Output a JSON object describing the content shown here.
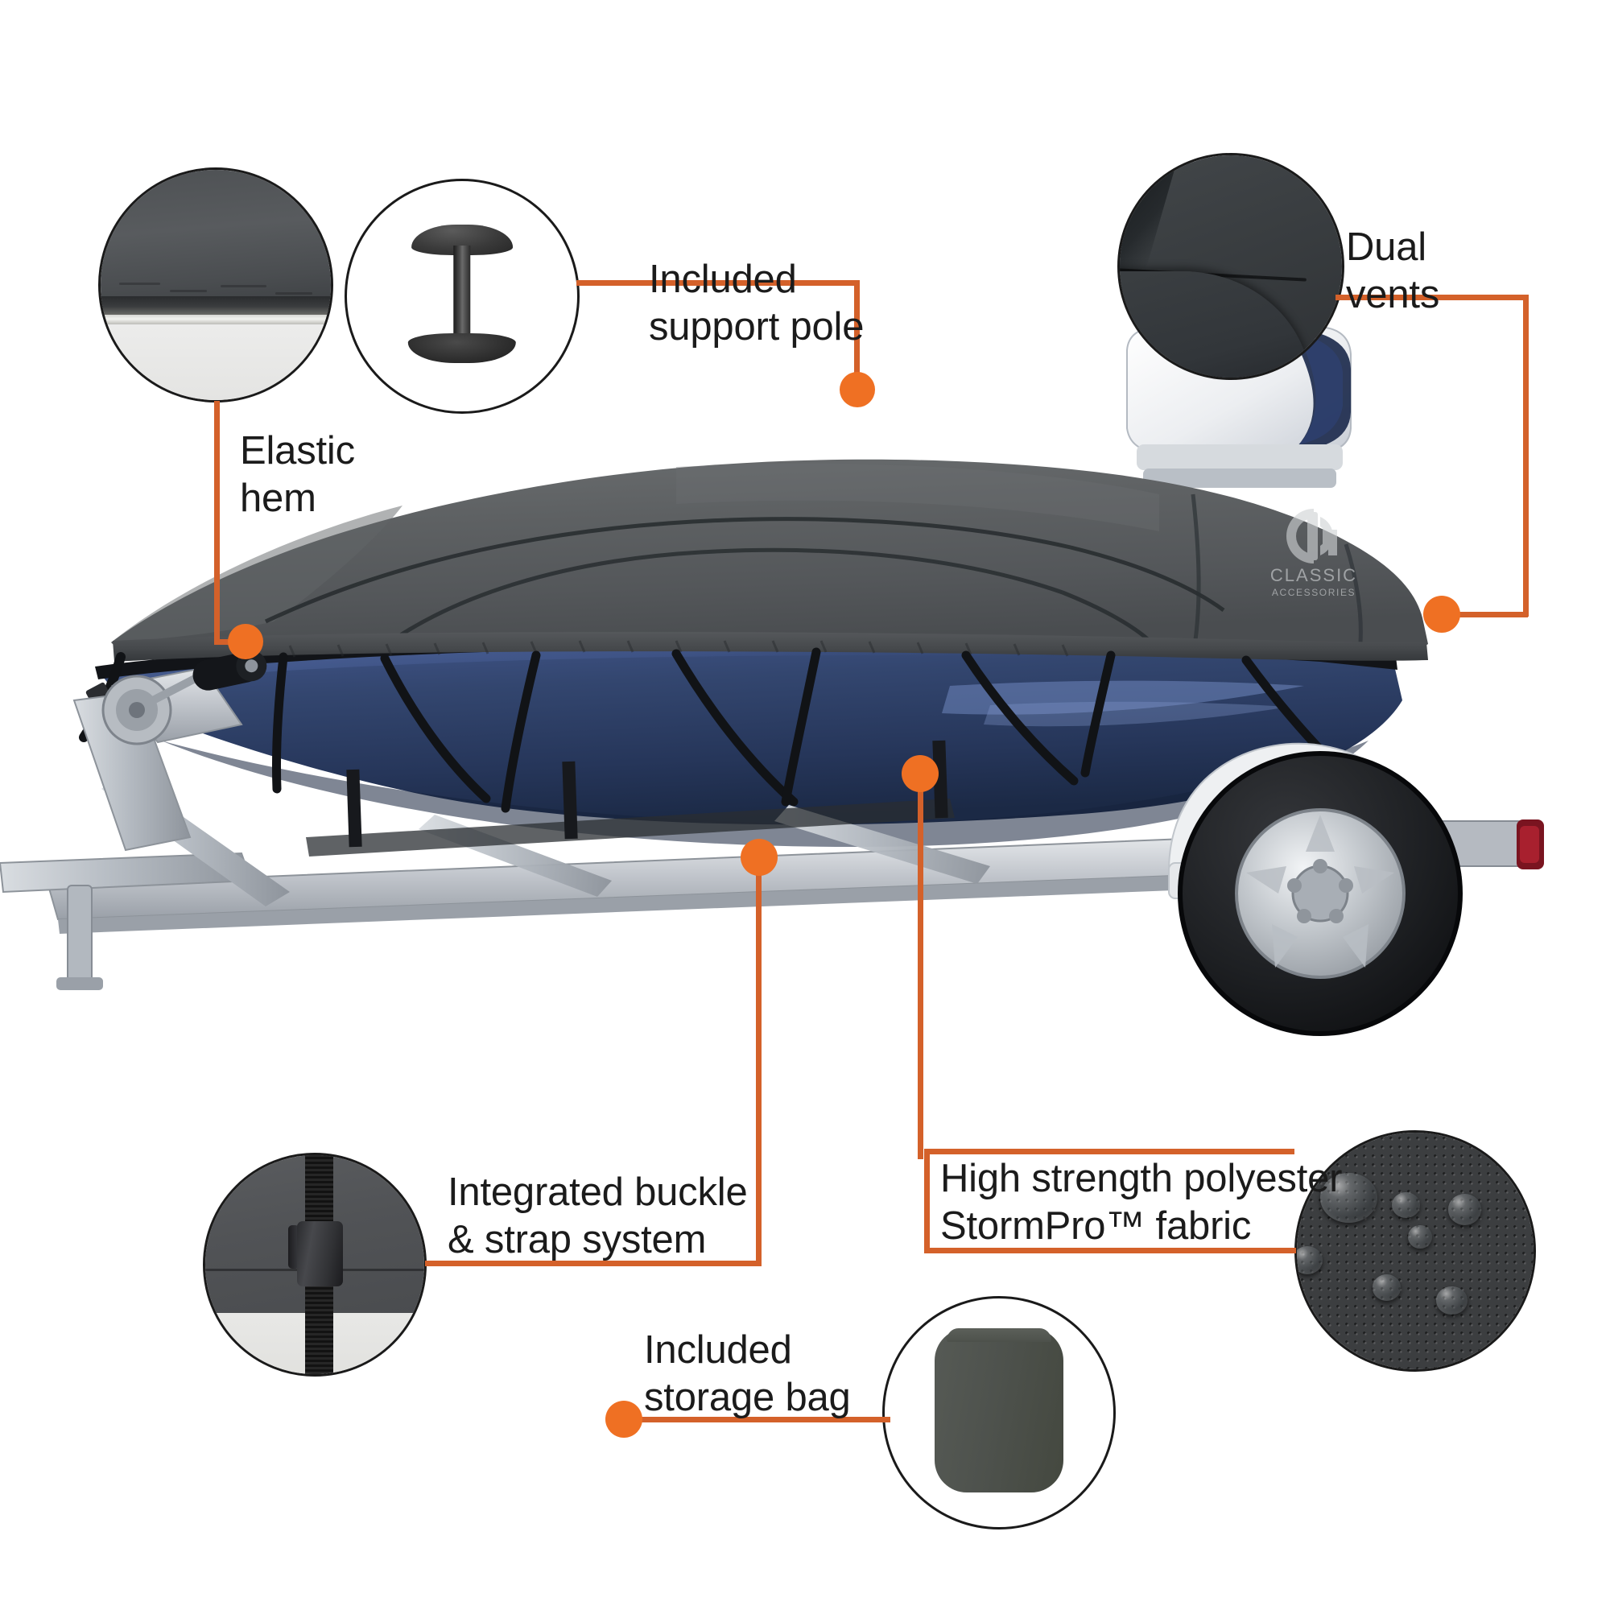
{
  "page": {
    "title": "Boat Cover Product Feature Callout Diagram",
    "background_color": "#ffffff",
    "accent_color": "#e0682b",
    "dot_color": "#ef7023",
    "text_color": "#1b1b1b"
  },
  "product": {
    "brand_logo_text_line1": "CLASSIC",
    "brand_logo_text_line2": "ACCESSORIES",
    "brand_mark": "CA",
    "cover_color": "#5c5f61",
    "hull_color": "#2c3f6b",
    "trailer_color": "#c9ccd0"
  },
  "callouts": [
    {
      "id": "elastic-hem",
      "label": "Elastic\nhem",
      "detail_icon": "elastic-hem-detail",
      "position": "top-left"
    },
    {
      "id": "support-pole",
      "label": "Included\nsupport pole",
      "detail_icon": "support-pole-detail",
      "position": "top-center"
    },
    {
      "id": "dual-vents",
      "label": "Dual\nvents",
      "detail_icon": "dual-vents-detail",
      "position": "top-right"
    },
    {
      "id": "integrated-buckle",
      "label": "Integrated buckle\n& strap system",
      "detail_icon": "buckle-strap-detail",
      "position": "bottom-left"
    },
    {
      "id": "stormpro-fabric",
      "label": "High strength polyester\nStormPro™ fabric",
      "detail_icon": "fabric-water-beading-detail",
      "position": "bottom-right"
    },
    {
      "id": "storage-bag",
      "label": "Included\nstorage bag",
      "detail_icon": "storage-bag-detail",
      "position": "bottom-center"
    }
  ],
  "icons": {
    "elastic_hem": "fabric-hem-closeup-icon",
    "support_pole": "support-pole-icon",
    "dual_vents": "vent-flap-icon",
    "buckle": "side-release-buckle-icon",
    "fabric": "water-beading-fabric-icon",
    "storage_bag": "drawstring-bag-icon",
    "boat": "covered-boat-on-trailer-icon"
  }
}
